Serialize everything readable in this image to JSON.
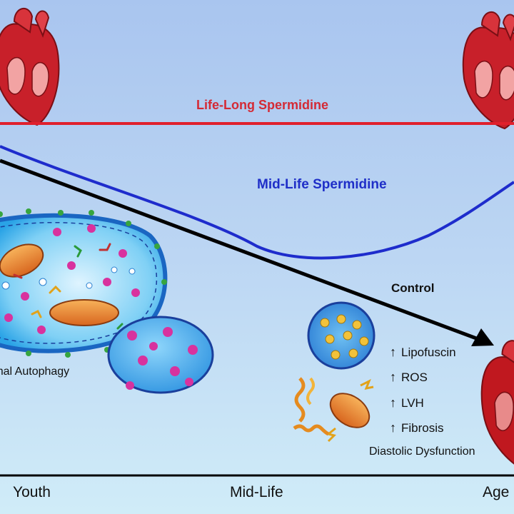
{
  "series": {
    "life_long": "Life-Long Spermidine",
    "mid_life": "Mid-Life Spermidine",
    "control": "Control"
  },
  "cell": {
    "label": "rmal Autophagy"
  },
  "effects": {
    "items": [
      "Lipofuscin",
      "ROS",
      "LVH",
      "Fibrosis"
    ],
    "summary": "Diastolic Dysfunction"
  },
  "axis": {
    "ticks": [
      "Youth",
      "Mid-Life",
      "Age"
    ]
  },
  "colors": {
    "background_top": "#a9c5ef",
    "background_bottom": "#cde9f7",
    "life_long": "#e0202c",
    "mid_life": "#1e2ccc",
    "control": "#000000",
    "heart": "#c8202a",
    "cell_membrane": "#1f8fe0",
    "lysosome": "#2f8fe0"
  }
}
